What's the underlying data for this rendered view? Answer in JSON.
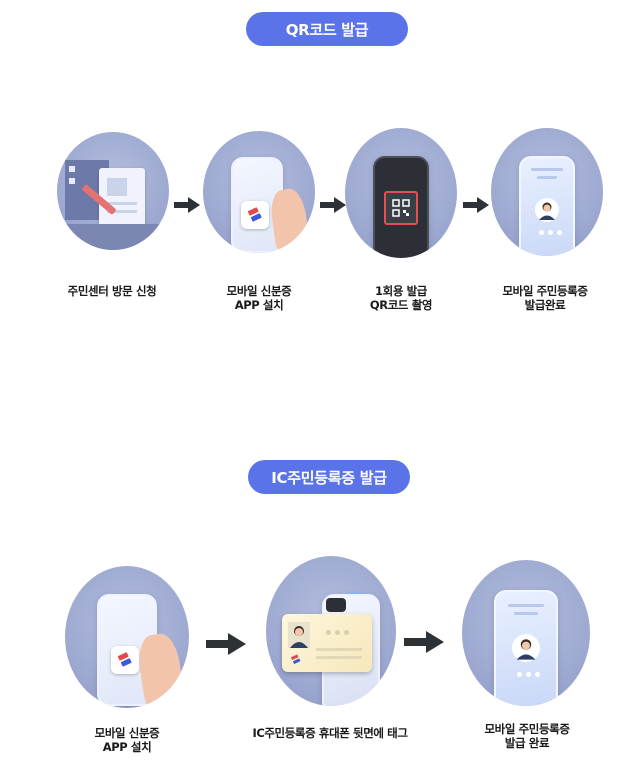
{
  "sections": [
    {
      "title": "QR코드 발급",
      "steps": [
        {
          "label_lines": [
            "주민센터 방문 신청"
          ]
        },
        {
          "label_lines": [
            "모바일 신분증",
            "APP 설치"
          ]
        },
        {
          "label_lines": [
            "1회용 발급",
            "QR코드 촬영"
          ]
        },
        {
          "label_lines": [
            "모바일 주민등록증",
            "발급완료"
          ]
        }
      ]
    },
    {
      "title": "IC주민등록증 발급",
      "steps": [
        {
          "label_lines": [
            "모바일 신분증",
            "APP 설치"
          ]
        },
        {
          "label_lines": [
            "IC주민등록증 휴대폰 뒷면에 태그"
          ]
        },
        {
          "label_lines": [
            "모바일 주민등록증",
            "발급 완료"
          ]
        }
      ]
    }
  ],
  "colors": {
    "pill": "#5b73e8",
    "circle": "#9aa6cf",
    "arrow": "#2d3236",
    "hand": "#f3c4ac",
    "qr_frame": "#e35050"
  }
}
